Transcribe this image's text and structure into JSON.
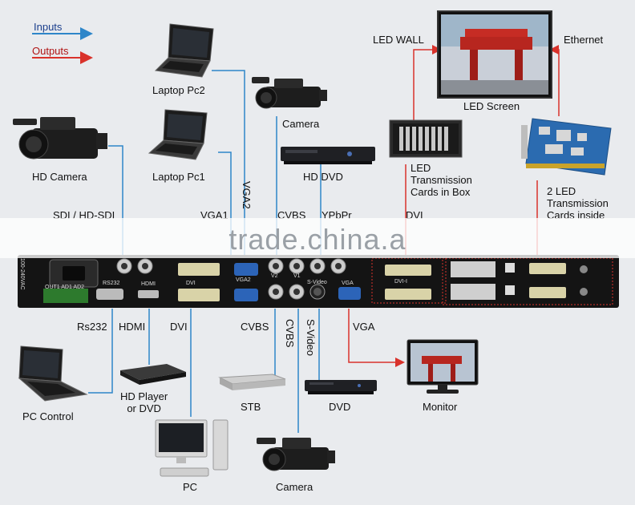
{
  "legend": {
    "inputs": "Inputs",
    "outputs": "Outputs",
    "input_color": "#2e86c9",
    "output_color": "#d9322b"
  },
  "devices": {
    "laptop_pc2": "Laptop Pc2",
    "camera_top": "Camera",
    "hd_camera": "HD Camera",
    "laptop_pc1": "Laptop Pc1",
    "hd_dvd": "HD DVD",
    "led_wall": "LED WALL",
    "ethernet": "Ethernet",
    "led_screen": "LED Screen",
    "led_tx_box": "LED\nTransmission\nCards in Box",
    "led_tx_inside": "2 LED\nTransmission\nCards inside",
    "pc_control": "PC Control",
    "hd_player": "HD Player\nor DVD",
    "stb": "STB",
    "dvd": "DVD",
    "monitor": "Monitor",
    "pc": "PC",
    "camera_bottom": "Camera"
  },
  "top_ports": {
    "sdi": "SDI / HD-SDI",
    "vga1": "VGA1",
    "vga2": "VGA2",
    "cvbs": "CVBS",
    "ypbpr": "YPbPr",
    "dvi": "DVI"
  },
  "bottom_ports": {
    "rs232": "Rs232",
    "hdmi": "HDMI",
    "dvi": "DVI",
    "cvbs": "CVBS",
    "cvbs_vert": "CVBS",
    "svideo": "S-Video",
    "vga": "VGA"
  },
  "panel_labels": {
    "rs232": "RS232",
    "hdmi": "HDMI",
    "dvi": "DVI",
    "vga2": "VGA2",
    "v2": "V2",
    "v1": "V1",
    "svideo": "S-Video",
    "vga": "VGA",
    "dvi_i": "DVI-I",
    "power": "100-240VAC",
    "audio": "OUT1 AD1 AD2"
  },
  "watermark": "trade.china.a"
}
